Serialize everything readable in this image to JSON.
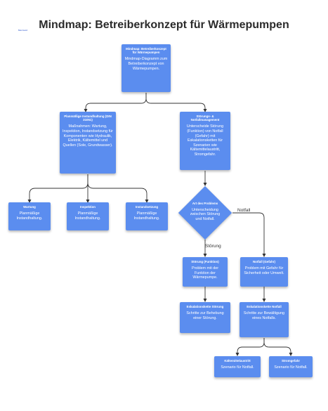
{
  "logo_text": "Mermaid",
  "title": "Mindmap: Betreiberkonzept für Wärmepumpen",
  "nodes": {
    "root": {
      "heading": "Mindmap: Betreiberkonzept für Wärmepumpen",
      "body": "Mindmap-Diagramm zum Betreiberkonzept von Wärmepumpen."
    },
    "planned": {
      "heading": "Planmäßige Instandhaltung (DIN 31051)",
      "body": "Maßnahmen: Wartung, Inspektion, Instandsetzung für Komponenten wie Hydraulik, Elektrik, Kältemittel und Quellen (Sole, Grundwasser)."
    },
    "incidents": {
      "heading": "Störungs- & Notfallmanagement",
      "body": "Unterscheide Störung (Funktion) von Notfall (Gefahr) mit Eskalationsketten für Szenarien wie Kältemittelaustritt, Stromgefahr."
    },
    "maintenance": {
      "heading": "Wartung",
      "body": "Planmäßige Instandhaltung."
    },
    "inspection": {
      "heading": "Inspektion",
      "body": "Planmäßige Instandhaltung."
    },
    "repair": {
      "heading": "Instandsetzung",
      "body": "Planmäßige Instandhaltung."
    },
    "decision": {
      "heading": "Art des Problems",
      "body": "Unterscheidung zwischen Störung und Notfall."
    },
    "fault": {
      "heading": "Störung (Funktion)",
      "body": "Problem mit der Funktion der Wärmepumpe."
    },
    "emergency": {
      "heading": "Notfall (Gefahr)",
      "body": "Problem mit Gefahr für Sicherheit oder Umwelt."
    },
    "fault_chain": {
      "heading": "Eskalationskette Störung",
      "body": "Schritte zur Behebung einer Störung."
    },
    "emergency_chain": {
      "heading": "Eskalationskette Notfall",
      "body": "Schritte zur Bewältigung eines Notfalls."
    },
    "refrigerant": {
      "heading": "Kältemittelaustritt",
      "body": "Szenario für Notfall."
    },
    "power": {
      "heading": "Stromgefahr",
      "body": "Szenario für Notfall."
    }
  },
  "edge_labels": {
    "emergency": "Notfall",
    "fault": "Störung"
  },
  "colors": {
    "node": "#5b8def",
    "edge": "#333333",
    "title": "#2b2b2b"
  }
}
